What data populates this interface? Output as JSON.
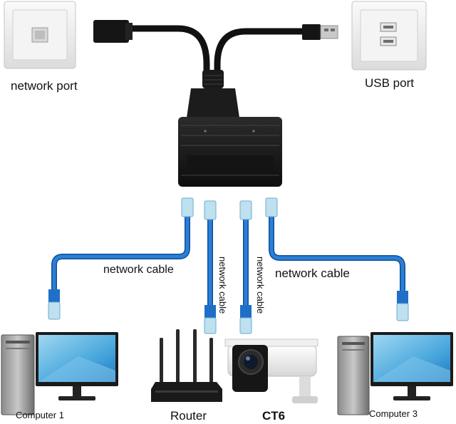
{
  "labels": {
    "network_port": "network port",
    "usb_port": "USB port",
    "network_cable_left": "network cable",
    "network_cable_right": "network cable",
    "network_cable_vertical_1": "network cable",
    "network_cable_vertical_2": "network cable",
    "computer_1": "Computer 1",
    "router": "Router",
    "camera": "CT6",
    "computer_3": "Computer 3"
  },
  "colors": {
    "cable_blue": "#1f6fc9",
    "cable_blue_dark": "#0f4f9a",
    "splitter_body": "#1b1b1b",
    "wall_plate": "#ececec"
  }
}
